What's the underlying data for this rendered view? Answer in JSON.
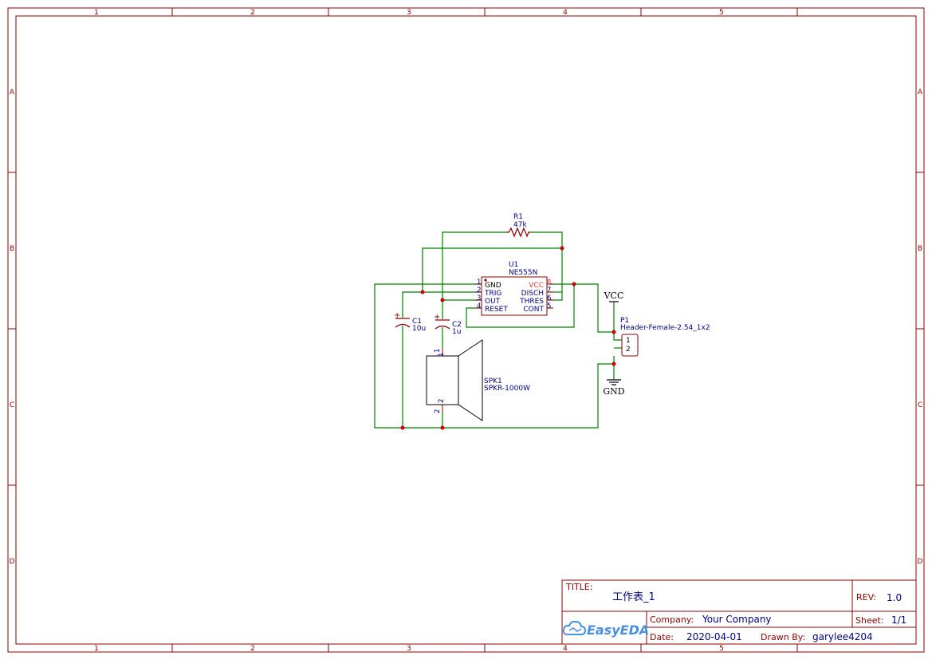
{
  "frame": {
    "columns": [
      "1",
      "2",
      "3",
      "4",
      "5"
    ],
    "rows": [
      "A",
      "B",
      "C",
      "D"
    ]
  },
  "components": {
    "r1": {
      "ref": "R1",
      "value": "47k"
    },
    "u1": {
      "ref": "U1",
      "value": "NE555N",
      "left_pins": [
        {
          "num": "1",
          "name": "GND"
        },
        {
          "num": "2",
          "name": "TRIG"
        },
        {
          "num": "3",
          "name": "OUT"
        },
        {
          "num": "4",
          "name": "RESET"
        }
      ],
      "right_pins": [
        {
          "num": "8",
          "name": "VCC"
        },
        {
          "num": "7",
          "name": "DISCH"
        },
        {
          "num": "6",
          "name": "THRES"
        },
        {
          "num": "5",
          "name": "CONT"
        }
      ]
    },
    "c1": {
      "ref": "C1",
      "value": "10u",
      "polarity": "+"
    },
    "c2": {
      "ref": "C2",
      "value": "1u",
      "polarity": "+"
    },
    "spk1": {
      "ref": "SPK1",
      "value": "SPKR-1000W",
      "pin1": "1",
      "pin2": "2"
    },
    "p1": {
      "ref": "P1",
      "value": "Header-Female-2.54_1x2",
      "pin1": "1",
      "pin2": "2"
    }
  },
  "nets": {
    "vcc": "VCC",
    "gnd": "GND"
  },
  "title_block": {
    "title_label": "TITLE:",
    "title_value": "工作表_1",
    "rev_label": "REV:",
    "rev_value": "1.0",
    "company_label": "Company:",
    "company_value": "Your Company",
    "sheet_label": "Sheet:",
    "sheet_value": "1/1",
    "date_label": "Date:",
    "date_value": "2020-04-01",
    "drawn_label": "Drawn By:",
    "drawn_value": "garylee4204",
    "logo_text": "EasyEDA"
  },
  "colors": {
    "frame": "#8b0000",
    "wire": "#008000",
    "junction": "#cc0000",
    "component": "#8b0000",
    "text": "#000080"
  }
}
